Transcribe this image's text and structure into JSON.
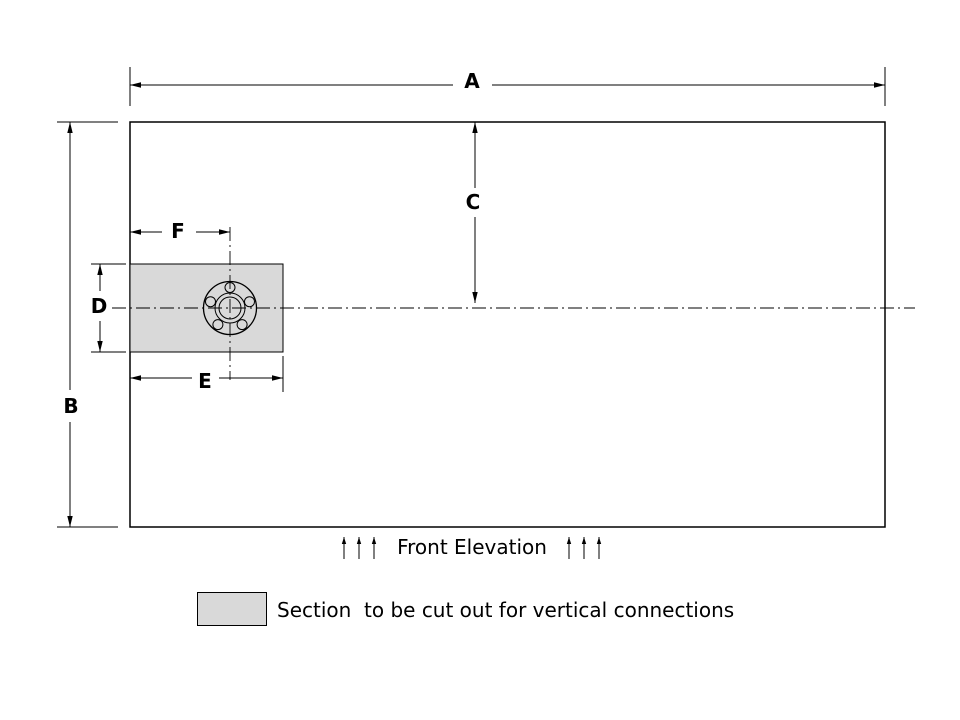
{
  "diagram": {
    "view_title": "Front Elevation",
    "dimension_labels": {
      "a": "A",
      "b": "B",
      "c": "C",
      "d": "D",
      "e": "E",
      "f": "F"
    },
    "legend": {
      "text": "Section  to be cut out for vertical connections",
      "swatch_color": "#d9d9d9"
    },
    "colors": {
      "line": "#000000",
      "section_fill": "#d9d9d9",
      "background": "#ffffff"
    }
  }
}
